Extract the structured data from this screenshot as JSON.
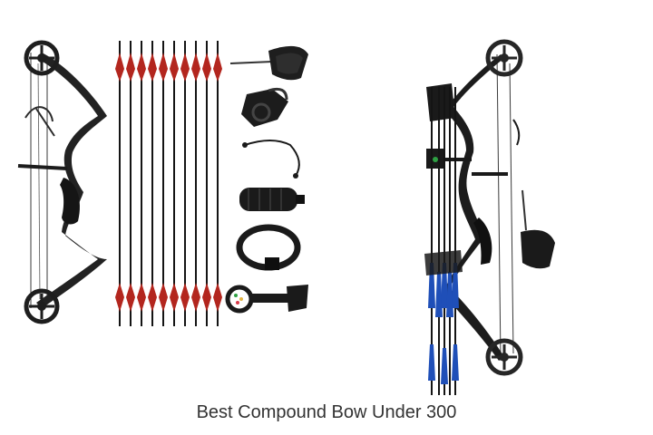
{
  "caption": "Best Compound Bow Under 300",
  "colors": {
    "bow_body": "#1e1e1e",
    "fletching_red": "#b3261e",
    "fletching_blue": "#1f4fb8",
    "arrow_shaft": "#141414",
    "bowstring": "#3a3a3a"
  },
  "product_sets": [
    {
      "bow": "compound-bow-black",
      "arrow_count": 10,
      "fletching": "red",
      "accessories": [
        "release-aid",
        "arrow-rest",
        "d-loop",
        "stabilizer",
        "wrist-sling",
        "bow-sight"
      ]
    },
    {
      "bow": "compound-bow-black-with-quiver",
      "arrow_count": 5,
      "fletching": "blue",
      "accessories": [
        "quiver",
        "bow-sight",
        "release-aid"
      ]
    }
  ]
}
